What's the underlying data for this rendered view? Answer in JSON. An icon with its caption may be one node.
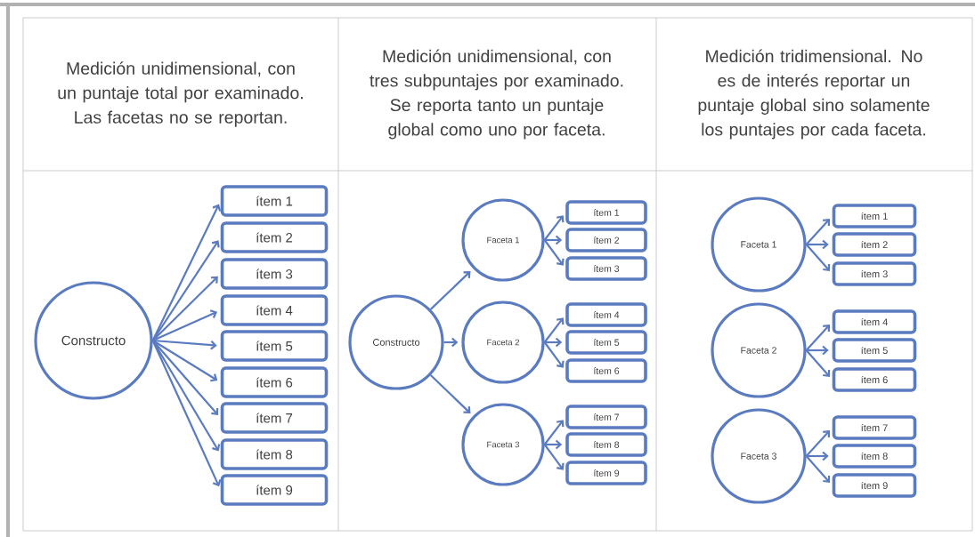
{
  "diagram": {
    "nodes": [
      {
        "text": [
          "Constructo"
        ]
      },
      {
        "text": [
          "ítem 1"
        ]
      },
      {
        "text": [
          "ítem 2"
        ]
      },
      {
        "text": [
          "ítem 3"
        ]
      },
      {
        "text": [
          "ítem 4"
        ]
      },
      {
        "text": [
          "ítem 5"
        ]
      },
      {
        "text": [
          "ítem 6"
        ]
      },
      {
        "text": [
          "ítem 7"
        ]
      },
      {
        "text": [
          "ítem 8"
        ]
      },
      {
        "text": [
          "ítem 9"
        ]
      },
      {
        "text": [
          "Constructo"
        ]
      },
      {
        "text": [
          "Faceta 1"
        ]
      },
      {
        "text": [
          "ítem 1"
        ]
      },
      {
        "text": [
          "ítem 2"
        ]
      },
      {
        "text": [
          "ítem 3"
        ]
      },
      {
        "text": [
          "Faceta 2"
        ]
      },
      {
        "text": [
          "ítem 4"
        ]
      },
      {
        "text": [
          "ítem 5"
        ]
      },
      {
        "text": [
          "ítem 6"
        ]
      },
      {
        "text": [
          "Faceta 3"
        ]
      },
      {
        "text": [
          "ítem 7"
        ]
      },
      {
        "text": [
          "ítem 8"
        ]
      },
      {
        "text": [
          "ítem 9"
        ]
      },
      {
        "text": [
          "Faceta 1"
        ]
      },
      {
        "text": [
          "ítem 1"
        ]
      },
      {
        "text": [
          "ítem 2"
        ]
      },
      {
        "text": [
          "ítem 3"
        ]
      },
      {
        "text": [
          "Faceta 2"
        ]
      },
      {
        "text": [
          "ítem 4"
        ]
      },
      {
        "text": [
          "ítem 5"
        ]
      },
      {
        "text": [
          "ítem 6"
        ]
      },
      {
        "text": [
          "Faceta 3"
        ]
      },
      {
        "text": [
          "ítem 7"
        ]
      },
      {
        "text": [
          "ítem 8"
        ]
      },
      {
        "text": [
          "ítem 9"
        ]
      }
    ],
    "edges": [
      {
        "from": 0,
        "to": 1,
        "arrow": "to"
      },
      {
        "from": 0,
        "to": 2,
        "arrow": "to"
      },
      {
        "from": 0,
        "to": 3,
        "arrow": "to"
      },
      {
        "from": 0,
        "to": 4,
        "arrow": "to"
      },
      {
        "from": 0,
        "to": 5,
        "arrow": "to"
      },
      {
        "from": 0,
        "to": 6,
        "arrow": "to"
      },
      {
        "from": 0,
        "to": 7,
        "arrow": "to"
      },
      {
        "from": 0,
        "to": 8,
        "arrow": "to"
      },
      {
        "from": 0,
        "to": 9,
        "arrow": "to"
      },
      {
        "from": 10,
        "to": 11,
        "arrow": "to"
      },
      {
        "from": 10,
        "to": 15,
        "arrow": "to"
      },
      {
        "from": 10,
        "to": 19,
        "arrow": "to"
      },
      {
        "from": 11,
        "to": 12,
        "arrow": "to"
      },
      {
        "from": 11,
        "to": 13,
        "arrow": "to"
      },
      {
        "from": 11,
        "to": 14,
        "arrow": "to"
      },
      {
        "from": 15,
        "to": 16,
        "arrow": "to"
      },
      {
        "from": 15,
        "to": 17,
        "arrow": "to"
      },
      {
        "from": 15,
        "to": 18,
        "arrow": "to"
      },
      {
        "from": 19,
        "to": 20,
        "arrow": "to"
      },
      {
        "from": 19,
        "to": 21,
        "arrow": "to"
      },
      {
        "from": 19,
        "to": 22,
        "arrow": "to"
      },
      {
        "from": 23,
        "to": 24,
        "arrow": "to"
      },
      {
        "from": 23,
        "to": 25,
        "arrow": "to"
      },
      {
        "from": 23,
        "to": 26,
        "arrow": "to"
      },
      {
        "from": 27,
        "to": 28,
        "arrow": "to"
      },
      {
        "from": 27,
        "to": 29,
        "arrow": "to"
      },
      {
        "from": 27,
        "to": 30,
        "arrow": "to"
      },
      {
        "from": 31,
        "to": 32,
        "arrow": "to"
      },
      {
        "from": 31,
        "to": 33,
        "arrow": "to"
      },
      {
        "from": 31,
        "to": 34,
        "arrow": "to"
      }
    ],
    "labels": [
      "Medición unidimensional, con un puntaje total por examinado. Las facetas no se reportan.",
      "Medición unidimensional, con tres subpuntajes por examinado. Se reporta tanto un puntaje global como uno por faceta.",
      "Medición tridimensional. No es de interés reportar un puntaje global sino solamente los puntajes por cada faceta."
    ]
  }
}
